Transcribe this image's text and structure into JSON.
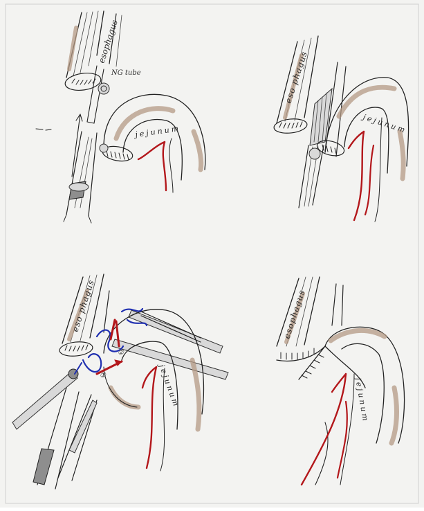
{
  "colors": {
    "paper": "#f3f3f1",
    "ink": "#222222",
    "vessel": "#b3171b",
    "suture": "#1f2fb0",
    "serosa_shading": "#b49a84",
    "instrument_metal": "#d9d9d9"
  },
  "panels": [
    {
      "id": "top-left",
      "labels": {
        "esophagus": "esophagus",
        "ng_tube": "NG tube",
        "jejunum": "jejunum"
      }
    },
    {
      "id": "top-right",
      "labels": {
        "esophagus": "eso phagus",
        "jejunum": "jejunum"
      }
    },
    {
      "id": "bottom-left",
      "labels": {
        "esophagus": "eso phagus",
        "jejunum": "jejunum",
        "marker_1": "①",
        "marker_2": "②"
      }
    },
    {
      "id": "bottom-right",
      "labels": {
        "esophagus": "esophagus",
        "jejunum": "jejunum"
      }
    }
  ]
}
